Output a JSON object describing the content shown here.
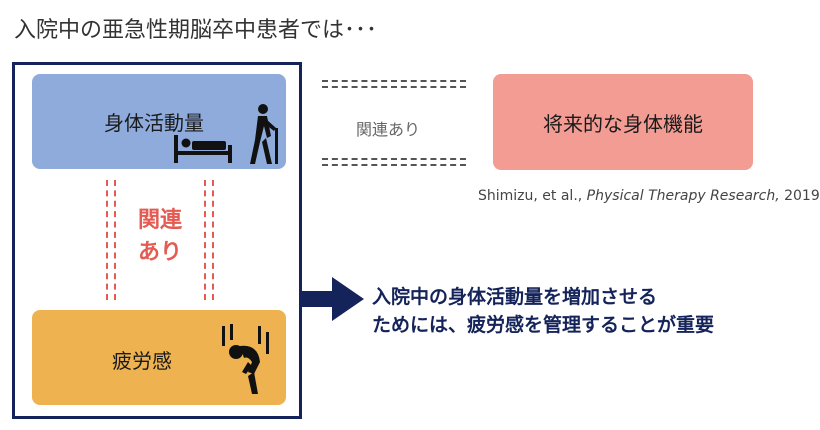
{
  "title": "入院中の亜急性期脳卒中患者では･･･",
  "boxes": {
    "activity": "身体活動量",
    "fatigue": "疲労感",
    "future": "将来的な身体機能"
  },
  "relations": {
    "vertical_line1": "関連",
    "vertical_line2": "あり",
    "horizontal": "関連あり"
  },
  "citation": {
    "authors": "Shimizu, et al., ",
    "journal": "Physical Therapy Research,",
    "year": " 2019"
  },
  "conclusion": {
    "line1": "入院中の身体活動量を増加させる",
    "line2": "ためには、疲労感を管理することが重要"
  },
  "icons": [
    "bed-patient-icon",
    "walking-elder-icon",
    "fatigued-person-icon",
    "right-arrow-icon"
  ],
  "colors": {
    "activity_box": "#8fabdc",
    "fatigue_box": "#eeb251",
    "future_box": "#f39c93",
    "frame": "#14235a",
    "relation_red": "#e35b52"
  }
}
